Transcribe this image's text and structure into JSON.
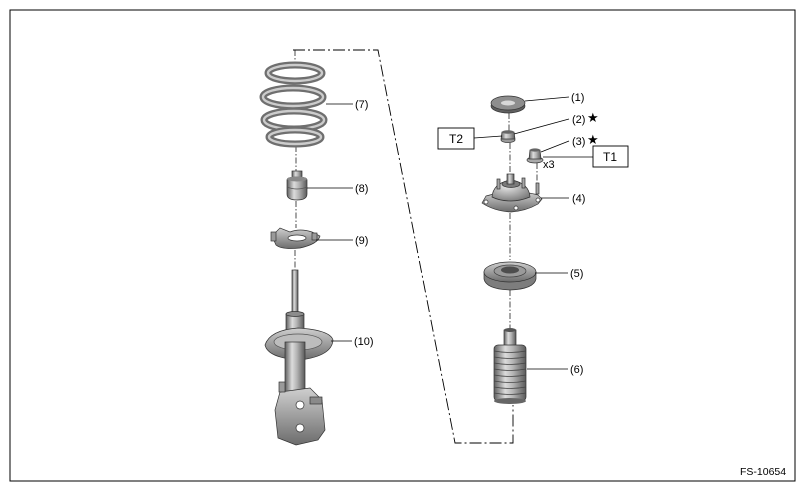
{
  "figure": {
    "id": "FS-10654"
  },
  "callouts": [
    "(1)",
    "(2)",
    "(3)",
    "(4)",
    "(5)",
    "(6)",
    "(7)",
    "(8)",
    "(9)",
    "(10)"
  ],
  "markers": {
    "star": "★"
  },
  "torque": {
    "t1": "T1",
    "t2": "T2"
  },
  "quantity": "x3",
  "colors": {
    "line": "#000000",
    "background": "#ffffff",
    "part_dark": "#6f6f6f",
    "part_light": "#d8d8d8"
  }
}
